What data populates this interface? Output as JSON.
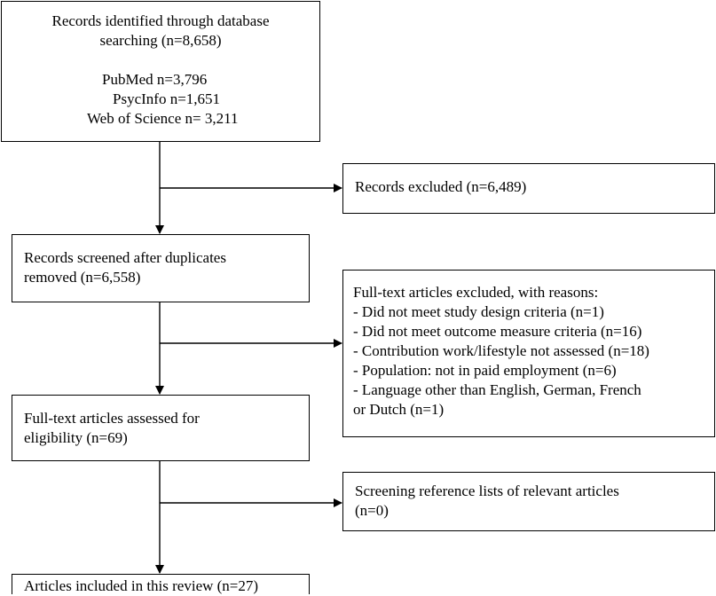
{
  "boxes": {
    "identified": {
      "title_lines": [
        "Records identified through database",
        "searching (n=8,658)"
      ],
      "sources": [
        "PubMed n=3,796",
        "PsycInfo n=1,651",
        "Web of Science n= 3,211"
      ]
    },
    "excluded_records": {
      "lines": [
        "Records excluded (n=6,489)"
      ]
    },
    "screened": {
      "lines": [
        "Records screened after duplicates",
        "removed (n=6,558)"
      ]
    },
    "fulltext_excluded": {
      "lines": [
        "Full-text articles excluded, with reasons:",
        "- Did not meet study design criteria (n=1)",
        "- Did not meet outcome measure criteria (n=16)",
        "- Contribution work/lifestyle not assessed (n=18)",
        "- Population: not in paid employment (n=6)",
        "- Language other than English, German, French",
        "or Dutch (n=1)"
      ]
    },
    "assessed": {
      "lines": [
        "Full-text articles assessed for",
        "eligibility (n=69)"
      ]
    },
    "reference_lists": {
      "lines": [
        "Screening reference lists of relevant articles",
        "(n=0)"
      ]
    },
    "included": {
      "lines": [
        "Articles included in this review (n=27)"
      ]
    }
  }
}
